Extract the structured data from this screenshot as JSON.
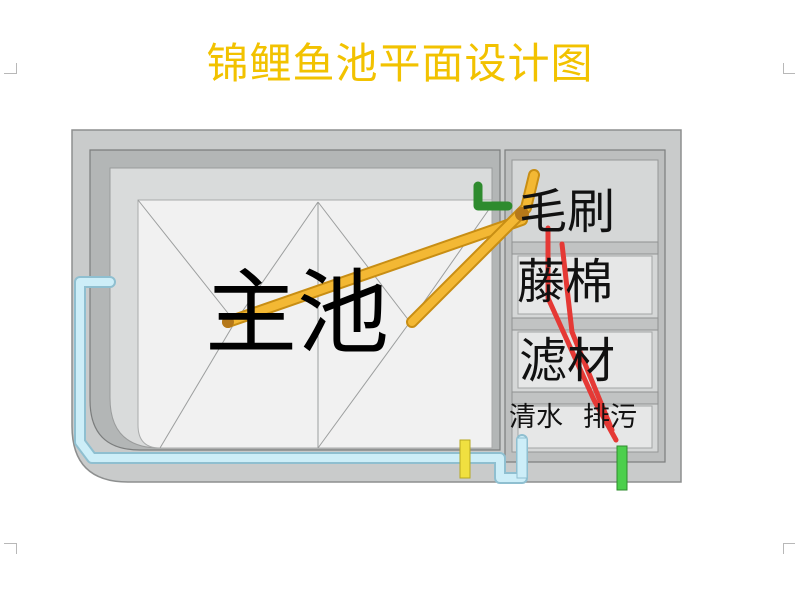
{
  "title": "锦鲤鱼池平面设计图",
  "labels": {
    "main_pool": "主池",
    "brush": "毛刷",
    "rattan_cotton": "藤棉",
    "filter_media": "滤材",
    "clean_water": "清水",
    "drain": "排污"
  },
  "colors": {
    "title": "#f2c200",
    "pipe_yellow": "#f0b52a",
    "pipe_water": "#bfe6f3",
    "pipe_red": "#e53935",
    "pipe_green": "#3fb43f",
    "wall": "#c9cbcb",
    "floor": "#f1f1f1"
  }
}
